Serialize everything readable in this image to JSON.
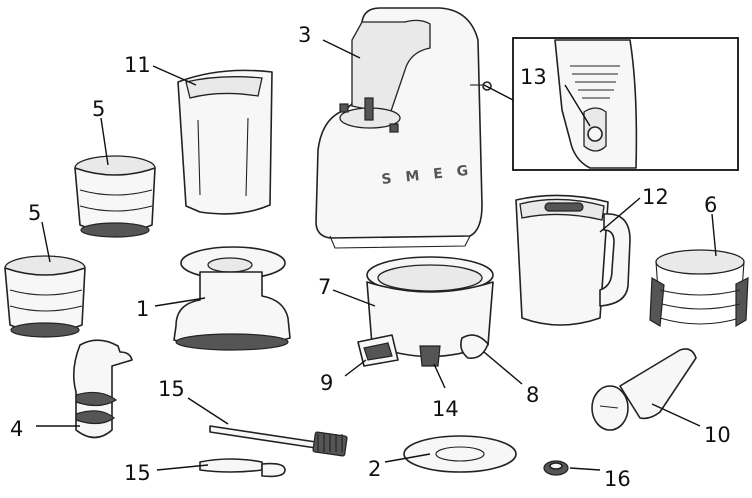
{
  "diagram": {
    "callouts": [
      "1",
      "2",
      "3",
      "4",
      "5",
      "5",
      "6",
      "7",
      "8",
      "9",
      "10",
      "11",
      "12",
      "13",
      "14",
      "15",
      "15",
      "16"
    ],
    "brand_text": "SMEG"
  }
}
